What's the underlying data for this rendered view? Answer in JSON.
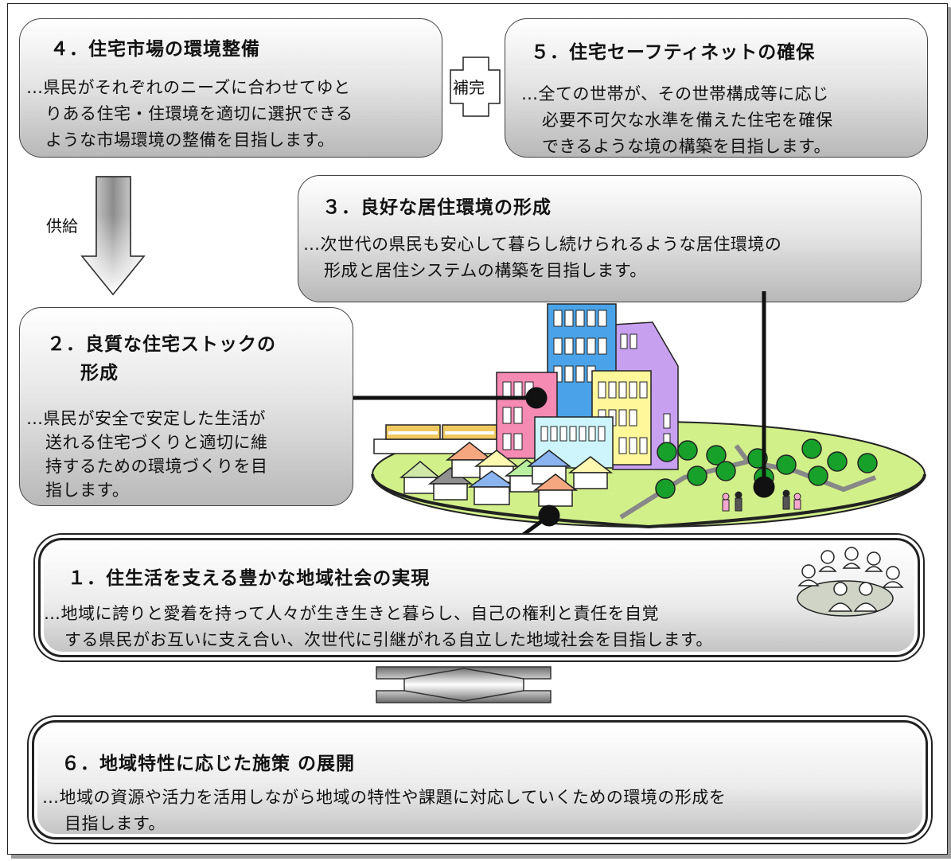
{
  "box4": {
    "title": "４．住宅市場の環境整備",
    "lines": [
      "…県民がそれぞれのニーズに合わせてゆと",
      "りある住宅・住環境を適切に選択できる",
      "ような市場環境の整備を目指します。"
    ]
  },
  "complement_label": "補完",
  "box5": {
    "title": "５．住宅セーフティネットの確保",
    "lines": [
      "…全ての世帯が、その世帯構成等に応じ",
      "必要不可欠な水準を備えた住宅を確保",
      "できるような境の構築を目指します。"
    ]
  },
  "supply_label": "供給",
  "box3": {
    "title": "３．良好な居住環境の形成",
    "lines": [
      "…次世代の県民も安心して暮らし続けられるような居住環境の",
      "形成と居住システムの構築を目指します。"
    ]
  },
  "box2": {
    "title_line1": "２．良質な住宅ストックの",
    "title_line2": "形成",
    "lines": [
      "…県民が安全で安定した生活が",
      "送れる住宅づくりと適切に維",
      "持するための環境づくりを目",
      "指します。"
    ]
  },
  "box1": {
    "title": "１．住生活を支える豊かな地域社会の実現",
    "lines": [
      "…地域に誇りと愛着を持って人々が生き生きと暮らし、自己の権利と責任を自覚",
      "する県民がお互いに支え合い、次世代に引継がれる自立した地域社会を目指します。"
    ]
  },
  "box6": {
    "title": "６．地域特性に応じた施策 の展開",
    "lines": [
      "…地域の資源や活力を活用しながら地域の特性や課題に対応していくための環境の形成を",
      "目指します。"
    ]
  },
  "colors": {
    "pink": "#f58ab3",
    "blue": "#4aa3e8",
    "yellow": "#fff79a",
    "purple": "#c8a0f0",
    "cyan": "#cdf5fb",
    "ground": "#d2f08a",
    "tree": "#17a12b"
  }
}
